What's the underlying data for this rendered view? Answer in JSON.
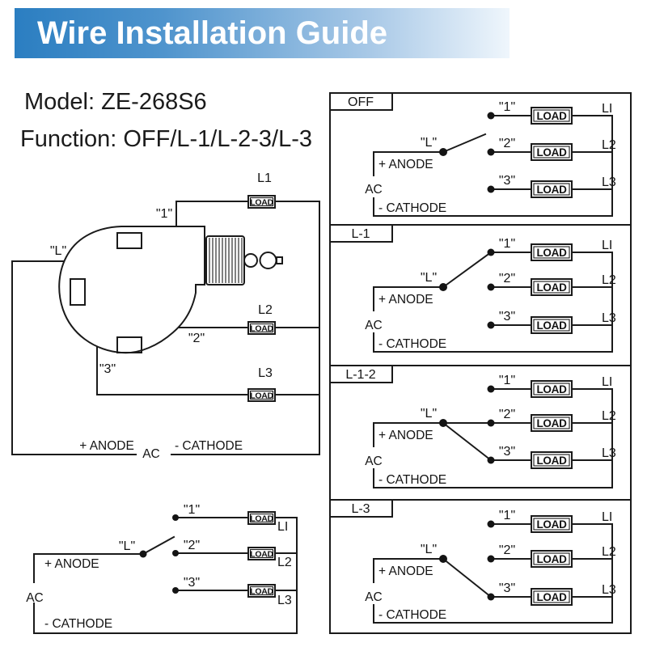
{
  "header": {
    "title": "Wire Installation Guide"
  },
  "colors": {
    "header_gradient_start": "#2b7ec1",
    "header_gradient_end": "#eff6fc",
    "header_text": "#ffffff",
    "diagram_line": "#1a1a1a",
    "background": "#ffffff"
  },
  "product": {
    "model": "Model: ZE-268S6",
    "function": "Function: OFF/L-1/L-2-3/L-3"
  },
  "main_diagram": {
    "terminal_l": "\"L\"",
    "terminal_1": "\"1\"",
    "terminal_2": "\"2\"",
    "terminal_3": "\"3\"",
    "line_1": "L1",
    "line_2": "L2",
    "line_3": "L3",
    "load_1": "LOAD",
    "load_2": "LOAD",
    "load_3": "LOAD",
    "anode": "+ ANODE",
    "ac": "AC",
    "cathode": "- CATHODE"
  },
  "schematic": {
    "terminal_l": "\"L\"",
    "terminal_1": "\"1\"",
    "terminal_2": "\"2\"",
    "terminal_3": "\"3\"",
    "line_1": "LI",
    "line_2": "L2",
    "line_3": "L3",
    "load_1": "LOAD",
    "load_2": "LOAD",
    "load_3": "LOAD",
    "anode": "+ ANODE",
    "ac": "AC",
    "cathode": "- CATHODE"
  },
  "panels": [
    {
      "title": "OFF",
      "terminal_l": "\"L\"",
      "terminal_1": "\"1\"",
      "terminal_2": "\"2\"",
      "terminal_3": "\"3\"",
      "line_1": "LI",
      "line_2": "L2",
      "line_3": "L3",
      "load_1": "LOAD",
      "load_2": "LOAD",
      "load_3": "LOAD",
      "anode": "+ ANODE",
      "ac": "AC",
      "cathode": "- CATHODE"
    },
    {
      "title": "L-1",
      "terminal_l": "\"L\"",
      "terminal_1": "\"1\"",
      "terminal_2": "\"2\"",
      "terminal_3": "\"3\"",
      "line_1": "LI",
      "line_2": "L2",
      "line_3": "L3",
      "load_1": "LOAD",
      "load_2": "LOAD",
      "load_3": "LOAD",
      "anode": "+ ANODE",
      "ac": "AC",
      "cathode": "- CATHODE"
    },
    {
      "title": "L-1-2",
      "terminal_l": "\"L\"",
      "terminal_1": "\"1\"",
      "terminal_2": "\"2\"",
      "terminal_3": "\"3\"",
      "line_1": "LI",
      "line_2": "L2",
      "line_3": "L3",
      "load_1": "LOAD",
      "load_2": "LOAD",
      "load_3": "LOAD",
      "anode": "+ ANODE",
      "ac": "AC",
      "cathode": "- CATHODE"
    },
    {
      "title": "L-3",
      "terminal_l": "\"L\"",
      "terminal_1": "\"1\"",
      "terminal_2": "\"2\"",
      "terminal_3": "\"3\"",
      "line_1": "LI",
      "line_2": "L2",
      "line_3": "L3",
      "load_1": "LOAD",
      "load_2": "LOAD",
      "load_3": "LOAD",
      "anode": "+ ANODE",
      "ac": "AC",
      "cathode": "- CATHODE"
    }
  ]
}
